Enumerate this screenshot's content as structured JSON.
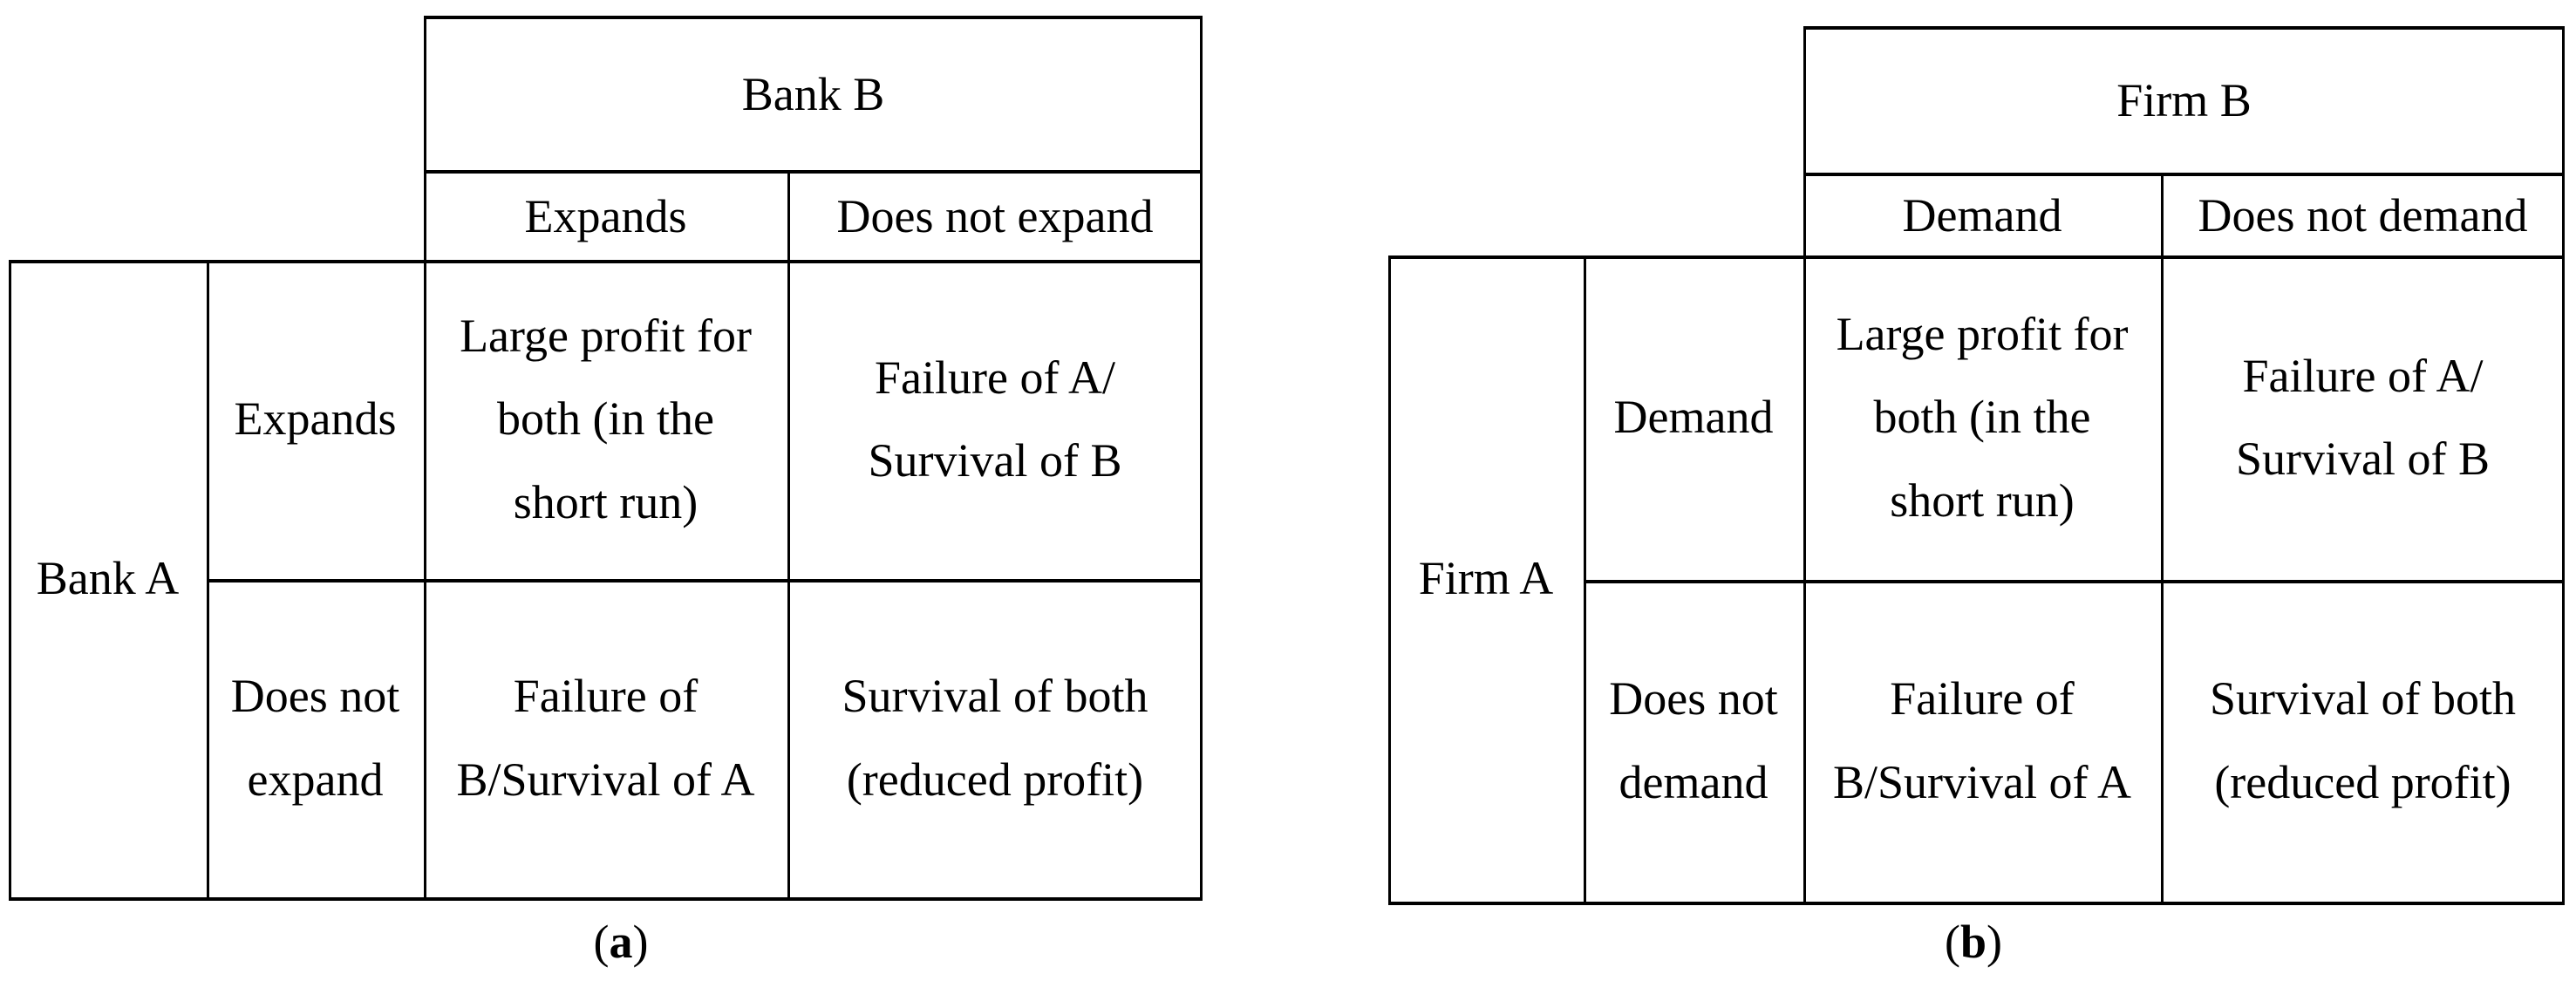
{
  "page": {
    "background_color": "#ffffff",
    "ink_color": "#000000"
  },
  "figures": [
    {
      "caption_open": "(",
      "caption_letter": "a",
      "caption_close": ")",
      "column_player": "Bank B",
      "row_player": "Bank A",
      "column_strategies": [
        "Expands",
        "Does not expand"
      ],
      "row_strategies": [
        "Expands",
        "Does not\nexpand"
      ],
      "payoffs": [
        [
          "Large profit for\nboth (in the\nshort run)",
          "Failure of A/\nSurvival of B"
        ],
        [
          "Failure of\nB/Survival of A",
          "Survival of both\n(reduced profit)"
        ]
      ]
    },
    {
      "caption_open": "(",
      "caption_letter": "b",
      "caption_close": ")",
      "column_player": "Firm B",
      "row_player": "Firm A",
      "column_strategies": [
        "Demand",
        "Does not demand"
      ],
      "row_strategies": [
        "Demand",
        "Does not\ndemand"
      ],
      "payoffs": [
        [
          "Large profit for\nboth (in the\nshort run)",
          "Failure of A/\nSurvival of B"
        ],
        [
          "Failure of\nB/Survival of A",
          "Survival of both\n(reduced profit)"
        ]
      ]
    }
  ]
}
